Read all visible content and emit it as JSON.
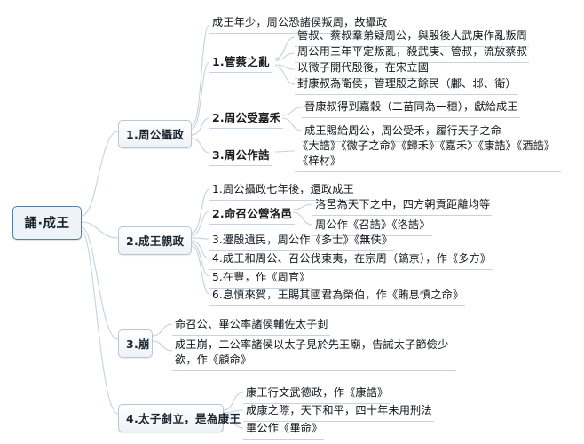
{
  "diagram": {
    "type": "mindmap",
    "title": "誦·成王",
    "colors": {
      "root_fill": "#eef3f8",
      "root_border": "#5c7d9e",
      "branch_fill": "#f2f5f8",
      "branch_border": "#b9c7d4",
      "link": "#c3d2de",
      "underline": "#c8d3de",
      "text": "#1b1b1b"
    },
    "root": {
      "label": "誦·成王"
    },
    "branches": [
      {
        "label": "1.周公攝政",
        "children": [
          {
            "label": "成王年少，周公恐諸侯叛周，故攝政",
            "children": []
          },
          {
            "label": "1.管蔡之亂",
            "children": [
              {
                "label": "管叔、蔡叔羣弟疑周公，與殷後人武庚作亂叛周"
              },
              {
                "label": "周公用三年平定叛亂，殺武庚、管叔，流放蔡叔"
              },
              {
                "label": "以微子開代殷後，在宋立國"
              },
              {
                "label": "封康叔為衛侯，管理殷之餘民（鄘、邶、衛）"
              }
            ]
          },
          {
            "label": "2.周公受嘉禾",
            "children": [
              {
                "label": "晉康叔得到嘉穀（二苗同為一穗），獻給成王"
              },
              {
                "label": "成王賜給周公，周公受禾，履行天子之命"
              }
            ]
          },
          {
            "label": "3.周公作誥",
            "children": [
              {
                "label": "《大誥》《微子之命》《歸禾》《嘉禾》《康誥》《酒誥》《梓材》"
              }
            ]
          }
        ]
      },
      {
        "label": "2.成王親政",
        "children": [
          {
            "label": "1.周公攝政七年後，還政成王",
            "children": []
          },
          {
            "label": "2.命召公營洛邑",
            "children": [
              {
                "label": "洛邑為天下之中，四方朝貢距離均等"
              },
              {
                "label": "周公作《召誥》《洛誥》"
              }
            ]
          },
          {
            "label": "3.遷殷遺民，周公作《多士》《無佚》",
            "children": []
          },
          {
            "label": "4.成王和周公、召公伐東夷，在宗周（鎬京），作《多方》",
            "children": []
          },
          {
            "label": "5.在豐，作《周官》",
            "children": []
          },
          {
            "label": "6.息慎來賀，王賜其國君為榮伯，作《賄息慎之命》",
            "children": []
          }
        ]
      },
      {
        "label": "3.崩",
        "children": [
          {
            "label": "命召公、畢公率諸侯輔佐太子釗"
          },
          {
            "label": "成王崩，二公率諸侯以太子見於先王廟，告誡太子節儉少欲，作《顧命》"
          }
        ]
      },
      {
        "label": "4.太子釗立，是為康王",
        "children": [
          {
            "label": "康王行文武德政，作《康誥》"
          },
          {
            "label": "成康之際，天下和平，四十年未用刑法"
          },
          {
            "label": "畢公作《畢命》"
          }
        ]
      }
    ]
  }
}
